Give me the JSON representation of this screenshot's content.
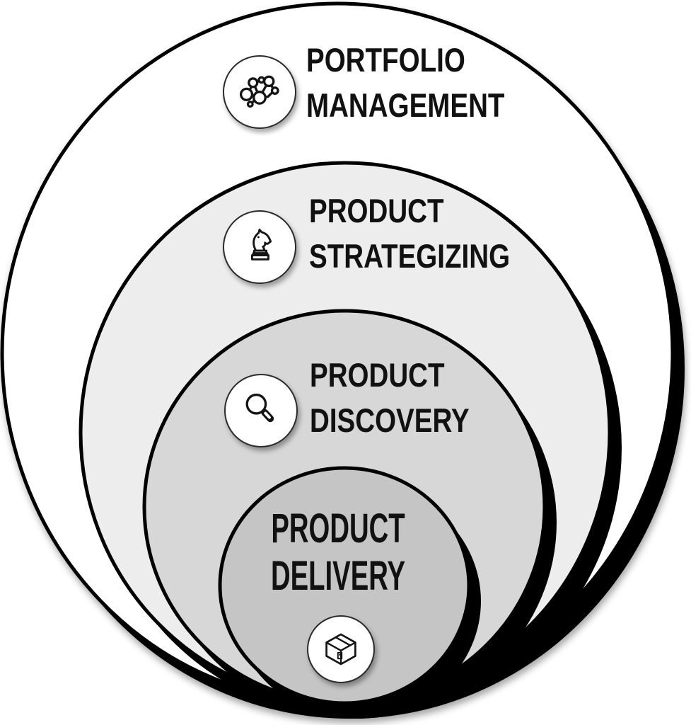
{
  "rings": [
    {
      "name": "portfolio-management",
      "label_line1": "PORTFOLIO",
      "label_line2": "MANAGEMENT",
      "icon": "network-icon",
      "fill": "#ffffff"
    },
    {
      "name": "product-strategizing",
      "label_line1": "PRODUCT",
      "label_line2": "STRATEGIZING",
      "icon": "chess-knight-icon",
      "fill": "#ededed"
    },
    {
      "name": "product-discovery",
      "label_line1": "PRODUCT",
      "label_line2": "DISCOVERY",
      "icon": "magnifier-icon",
      "fill": "#d7d7d7"
    },
    {
      "name": "product-delivery",
      "label_line1": "PRODUCT",
      "label_line2": "DELIVERY",
      "icon": "package-box-icon",
      "fill": "#c5c5c5"
    }
  ],
  "colors": {
    "outline": "#000000",
    "crescent_shadow": "#000000",
    "text": "#111111",
    "icon_badge_bg": "#ffffff"
  }
}
